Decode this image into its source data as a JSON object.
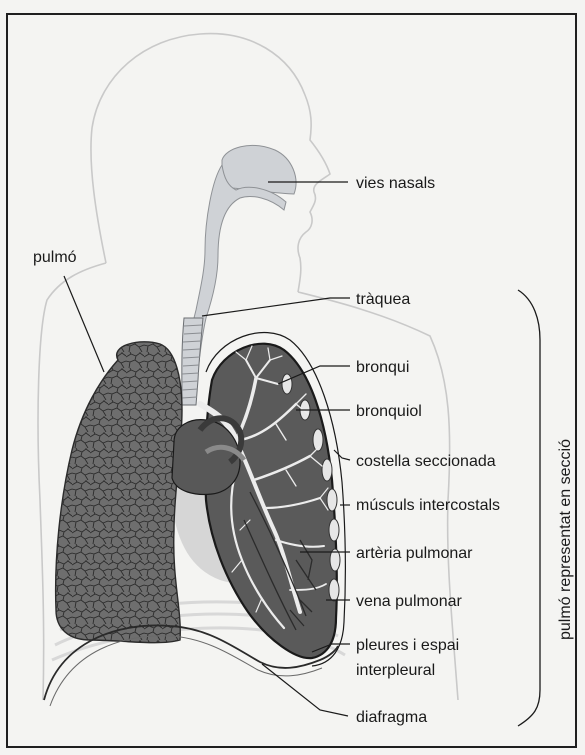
{
  "labels": {
    "pulmo": "pulmó",
    "vies_nasals": "vies nasals",
    "traquea": "tràquea",
    "bronqui": "bronqui",
    "bronquiol": "bronquiol",
    "costella": "costella seccionada",
    "musculs": "músculs intercostals",
    "arteria": "artèria pulmonar",
    "vena": "vena pulmonar",
    "pleures_1": "pleures i espai",
    "pleures_2": "interpleural",
    "diafragma": "diafragma",
    "section_label": "pulmó representat en secció"
  },
  "colors": {
    "paper": "#f4f4f2",
    "border": "#1f1f1f",
    "outline": "#c9c9c9",
    "airway": "#cfd2d6",
    "lung": "#6b6b6b",
    "lung_section": "#5a5a5a",
    "heart": "#585858",
    "heart_shadow": "#d6d6d6",
    "rib": "#d8d8d8",
    "text": "#1a1a1a"
  }
}
